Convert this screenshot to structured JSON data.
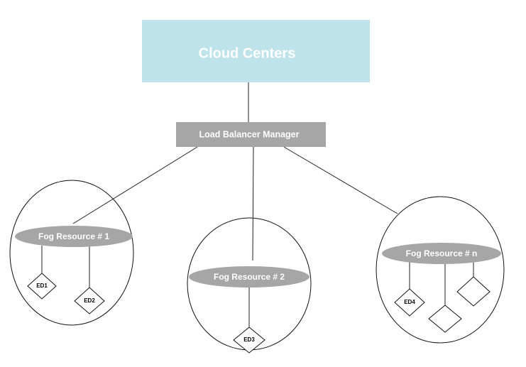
{
  "colors": {
    "cloud_fill": "#bfe3ea",
    "balancer_fill": "#a6a6a6",
    "fog_fill": "#a6a6a6",
    "label_text": "#ffffff",
    "line": "#222222"
  },
  "cloud": {
    "label": "Cloud Centers"
  },
  "balancer": {
    "label": "Load Balancer Manager"
  },
  "fog_resources": [
    {
      "label": "Fog Resource # 1",
      "devices": [
        "ED1",
        "ED2"
      ]
    },
    {
      "label": "Fog Resource # 2",
      "devices": [
        "ED3"
      ]
    },
    {
      "label": "Fog Resource # n",
      "devices": [
        "ED4",
        "",
        ""
      ]
    }
  ]
}
